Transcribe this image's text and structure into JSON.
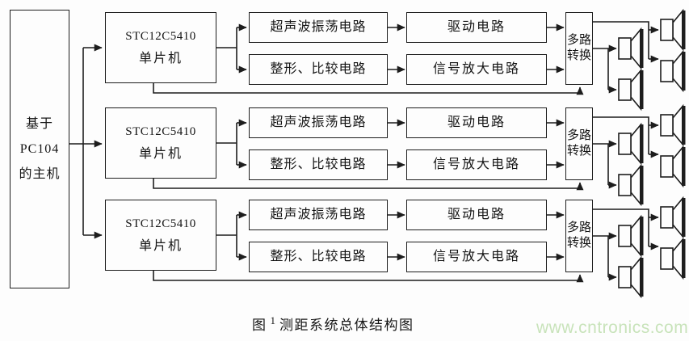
{
  "diagram": {
    "title_caption": {
      "fig_label": "图",
      "fig_number": "1",
      "title": "测距系统总体结构图"
    },
    "watermark": "www.cntronics.com",
    "colors": {
      "line": "#1d1d1d",
      "background": "#fdfdfd",
      "watermark_green": "#c8e3ba"
    },
    "host": {
      "line1": "基于",
      "line2": "PC104",
      "line3": "的主机"
    },
    "rows": [
      {
        "mcu_line1": "STC12C5410",
        "mcu_line2": "单片机",
        "oscillator": "超声波振荡电路",
        "driver": "驱动电路",
        "shaper": "整形、比较电路",
        "amplifier": "信号放大电路",
        "mux": "多路转换",
        "transducer_count": 4
      },
      {
        "mcu_line1": "STC12C5410",
        "mcu_line2": "单片机",
        "oscillator": "超声波振荡电路",
        "driver": "驱动电路",
        "shaper": "整形、比较电路",
        "amplifier": "信号放大电路",
        "mux": "多路转换",
        "transducer_count": 4
      },
      {
        "mcu_line1": "STC12C5410",
        "mcu_line2": "单片机",
        "oscillator": "超声波振荡电路",
        "driver": "驱动电路",
        "shaper": "整形、比较电路",
        "amplifier": "信号放大电路",
        "mux": "多路转换",
        "transducer_count": 4
      }
    ]
  }
}
